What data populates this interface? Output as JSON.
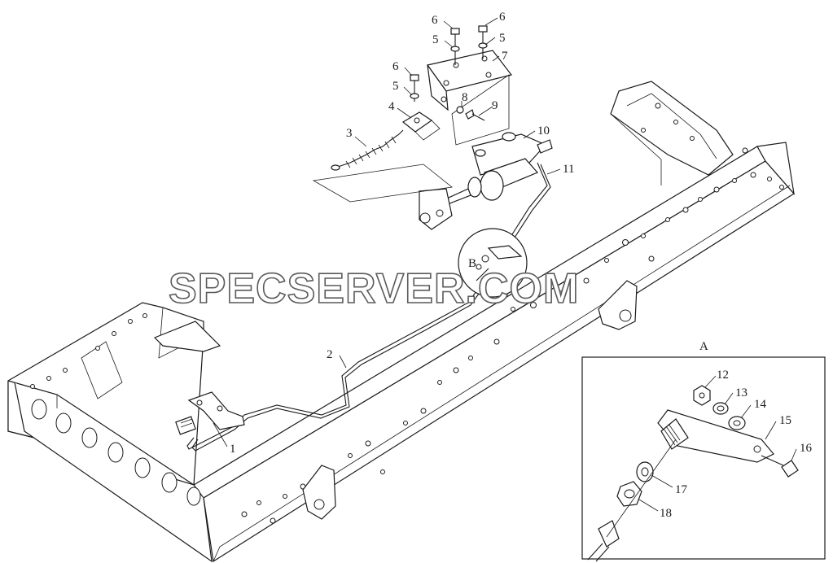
{
  "watermark": "SPECSERVER.COM",
  "view_labels": {
    "detail_a": "A",
    "detail_b": "B"
  },
  "callouts": [
    "1",
    "2",
    "3",
    "4",
    "5",
    "5",
    "5",
    "6",
    "6",
    "6",
    "7",
    "8",
    "9",
    "10",
    "11",
    "12",
    "13",
    "14",
    "15",
    "16",
    "17",
    "18"
  ]
}
